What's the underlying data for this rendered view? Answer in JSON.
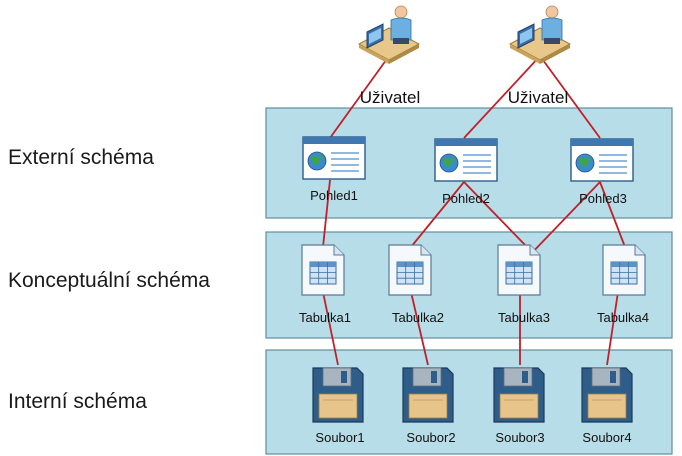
{
  "levels": {
    "external": "Externí schéma",
    "conceptual": "Konceptuální schéma",
    "internal": "Interní schéma"
  },
  "users": [
    "Uživatel",
    "Uživatel"
  ],
  "views": [
    "Pohled1",
    "Pohled2",
    "Pohled3"
  ],
  "tables": [
    "Tabulka1",
    "Tabulka2",
    "Tabulka3",
    "Tabulka4"
  ],
  "files": [
    "Soubor1",
    "Soubor2",
    "Soubor3",
    "Soubor4"
  ],
  "colors": {
    "band_fill": "#b7dde8",
    "band_stroke": "#5f8fa0",
    "link": "#c0202a"
  }
}
